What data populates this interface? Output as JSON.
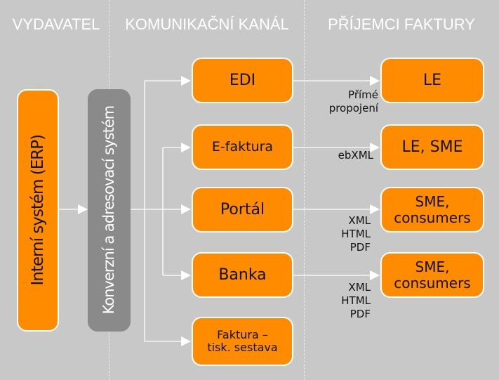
{
  "headers": {
    "issuer": "VYDAVATEL",
    "channel": "KOMUNIKAČNÍ KANÁL",
    "recipients": "PŘÍJEMCI FAKTURY"
  },
  "source": {
    "erp": "Interní systém (ERP)",
    "conversion": "Konverzní a adresovací systém"
  },
  "channels": {
    "edi": "EDI",
    "efaktura": "E-faktura",
    "portal": "Portál",
    "banka": "Banka",
    "print_line1": "Faktura –",
    "print_line2": "tisk. sestava"
  },
  "recipients": {
    "r1": "LE",
    "r2": "LE, SME",
    "r3_line1": "SME,",
    "r3_line2": "consumers",
    "r4_line1": "SME,",
    "r4_line2": "consumers"
  },
  "protocols": {
    "edi_line1": "Přímé",
    "edi_line2": "propojení",
    "efaktura": "ebXML",
    "portal_line1": "XML",
    "portal_line2": "HTML",
    "portal_line3": "PDF",
    "banka_line1": "XML",
    "banka_line2": "HTML",
    "banka_line3": "PDF"
  },
  "colors": {
    "background": "#c8c8c8",
    "box_orange": "#ff8c00",
    "box_gray": "#8a8a8a",
    "arrow": "#ffffff"
  }
}
